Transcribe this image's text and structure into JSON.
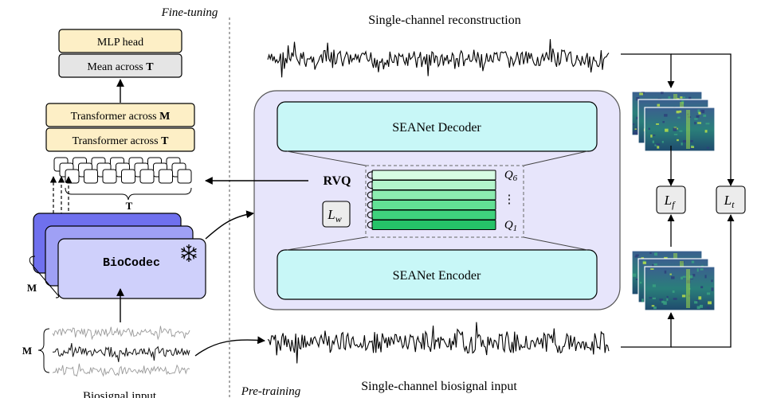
{
  "finetune": {
    "section_label": "Fine-tuning",
    "mlp_head": "MLP head",
    "mean_prefix": "Mean across ",
    "mean_dim": "T",
    "transformer_m_prefix": "Transformer across ",
    "transformer_m_dim": "M",
    "transformer_t_prefix": "Transformer across ",
    "transformer_t_dim": "T",
    "token_axis_label": "T",
    "codec_label": "BioCodec",
    "codec_stack_label": "M",
    "input_stack_label": "M",
    "input_caption": "Biosignal input"
  },
  "pretrain": {
    "section_label": "Pre-training",
    "top_caption": "Single-channel reconstruction",
    "bottom_caption": "Single-channel biosignal input",
    "decoder_label": "SEANet Decoder",
    "encoder_label": "SEANet Encoder",
    "rvq_label": "RVQ",
    "lw_symbol": "L",
    "lw_sub": "w",
    "q_top_symbol": "Q",
    "q_top_sub": "6",
    "q_dots": "⋮",
    "q_bottom_symbol": "Q",
    "q_bottom_sub": "1",
    "lf_symbol": "L",
    "lf_sub": "f",
    "lt_symbol": "L",
    "lt_sub": "t"
  },
  "colors": {
    "mlp_fill": "#fdefc6",
    "mean_fill": "#e5e5e5",
    "transformer_fill": "#fdefc6",
    "codec_back": "#6f70ee",
    "codec_mid": "#9fa0f5",
    "codec_front": "#cfd0fb",
    "panel_fill": "#e7e5fb",
    "seanet_fill": "#c8f7f7",
    "codebook_colors": [
      "#d6fbe3",
      "#b3f5cb",
      "#8cecb0",
      "#62e095",
      "#3fd27d",
      "#25c268"
    ],
    "loss_fill": "#ececec",
    "signal_gray": "#999999"
  },
  "icons": [
    "snowflake-icon",
    "spectrogram-icon",
    "waveform-icon"
  ]
}
